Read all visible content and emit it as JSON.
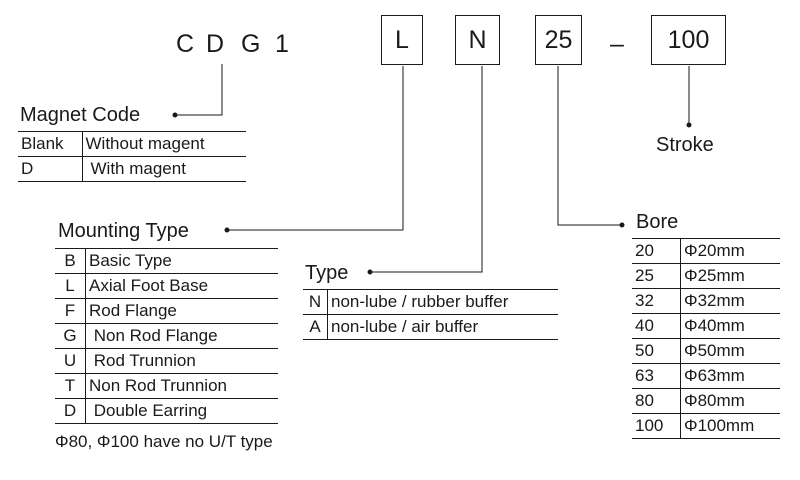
{
  "code": {
    "prefix": [
      "C",
      "D",
      "G",
      "1"
    ],
    "mounting": "L",
    "type": "N",
    "bore": "25",
    "dash": "–",
    "stroke": "100"
  },
  "magnet": {
    "title": "Magnet Code",
    "rows": [
      {
        "key": "Blank",
        "value": "Without magent"
      },
      {
        "key": "D",
        "value": "With magent"
      }
    ]
  },
  "mounting_type": {
    "title": "Mounting Type",
    "rows": [
      {
        "key": "B",
        "value": "Basic Type"
      },
      {
        "key": "L",
        "value": "Axial Foot Base"
      },
      {
        "key": "F",
        "value": "Rod Flange"
      },
      {
        "key": "G",
        "value": " Non Rod Flange"
      },
      {
        "key": "U",
        "value": " Rod Trunnion"
      },
      {
        "key": "T",
        "value": "Non Rod Trunnion"
      },
      {
        "key": "D",
        "value": " Double Earring"
      }
    ],
    "note": "Φ80, Φ100 have no U/T type"
  },
  "type": {
    "title": "Type",
    "rows": [
      {
        "key": "N",
        "value": "non-lube / rubber buffer"
      },
      {
        "key": "A",
        "value": "non-lube / air buffer"
      }
    ]
  },
  "bore": {
    "title": "Bore",
    "rows": [
      {
        "key": "20",
        "value": "Φ20mm"
      },
      {
        "key": "25",
        "value": "Φ25mm"
      },
      {
        "key": "32",
        "value": "Φ32mm"
      },
      {
        "key": "40",
        "value": "Φ40mm"
      },
      {
        "key": "50",
        "value": "Φ50mm"
      },
      {
        "key": "63",
        "value": "Φ63mm"
      },
      {
        "key": "80",
        "value": "Φ80mm"
      },
      {
        "key": "100",
        "value": "Φ100mm"
      }
    ]
  },
  "stroke": {
    "title": "Stroke"
  }
}
